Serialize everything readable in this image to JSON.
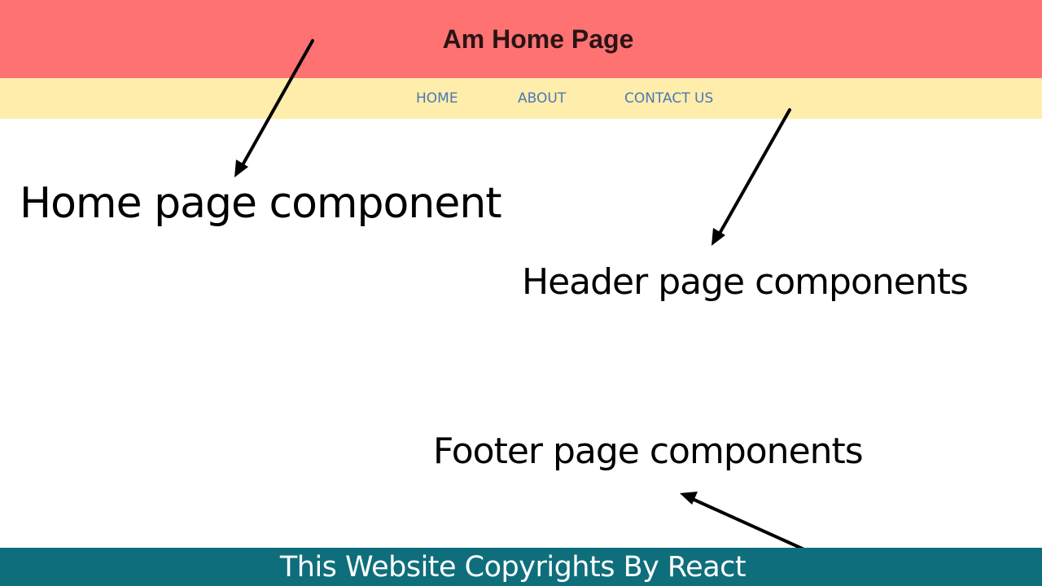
{
  "header": {
    "title": "Am Home Page",
    "background_color": "#ff7272"
  },
  "nav": {
    "background_color": "#ffedab",
    "link_color": "#4b79b3",
    "items": [
      {
        "label": "HOME"
      },
      {
        "label": "ABOUT"
      },
      {
        "label": "CONTACT US"
      }
    ]
  },
  "annotations": {
    "home": "Home page component",
    "header": "Header page components",
    "footer": "Footer page components",
    "arrow_icon": "arrow-icon"
  },
  "footer": {
    "text": "This Website Copyrights By React",
    "background_color": "#0f6e7b"
  }
}
